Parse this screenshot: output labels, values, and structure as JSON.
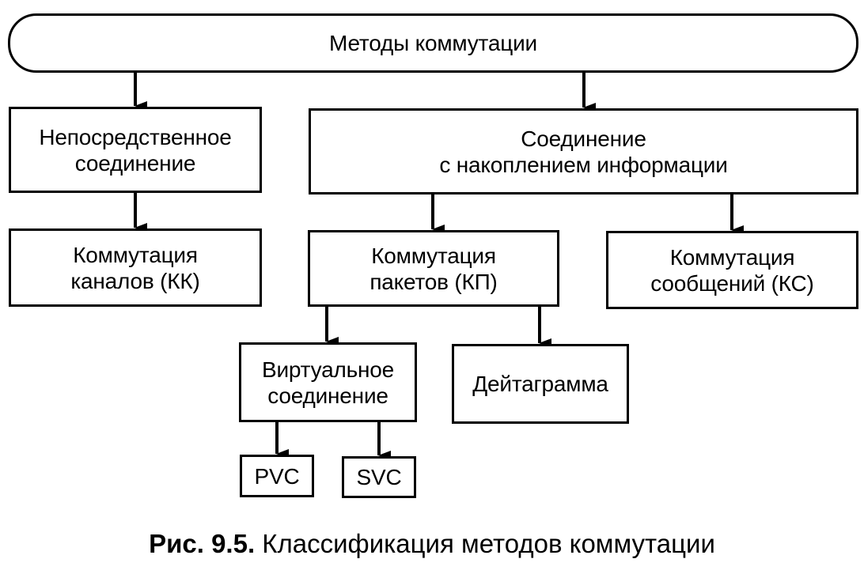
{
  "diagram": {
    "root": {
      "label": "Методы коммутации"
    },
    "direct": {
      "line1": "Непосредственное",
      "line2": "соединение"
    },
    "store": {
      "line1": "Соединение",
      "line2": "с накоплением информации"
    },
    "circuit": {
      "line1": "Коммутация",
      "line2": "каналов (КК)"
    },
    "packet": {
      "line1": "Коммутация",
      "line2": "пакетов (КП)"
    },
    "message": {
      "line1": "Коммутация",
      "line2": "сообщений (КС)"
    },
    "virtual": {
      "line1": "Виртуальное",
      "line2": "соединение"
    },
    "datagram": {
      "label": "Дейтаграмма"
    },
    "pvc": {
      "label": "PVC"
    },
    "svc": {
      "label": "SVC"
    }
  },
  "caption": {
    "number": "Рис. 9.5.",
    "text": "Классификация методов коммутации"
  }
}
